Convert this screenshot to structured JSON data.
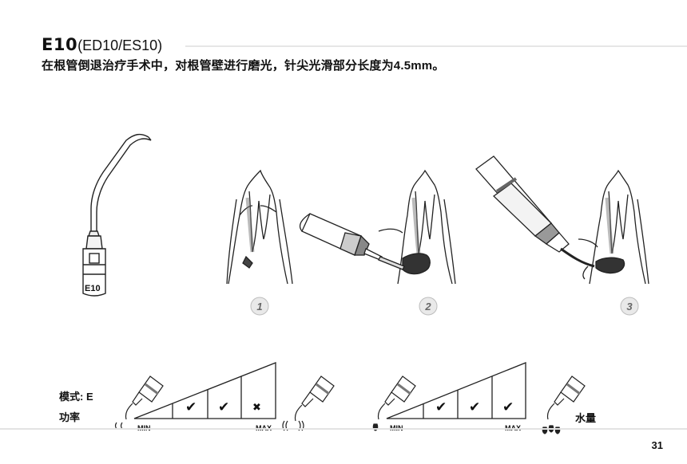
{
  "header": {
    "code": "E10",
    "alt_codes": "(ED10/ES10)",
    "description": "在根管倒退治疗手术中，对根管壁进行磨光，针尖光滑部分长度为4.5mm。"
  },
  "tip_label": "E10",
  "steps": [
    "1",
    "2",
    "3"
  ],
  "mode_panel": {
    "mode_label": "模式: E",
    "power_label": "功率",
    "min": "MIN",
    "max": "MAX",
    "marks": [
      "✔",
      "✔",
      "✖"
    ]
  },
  "water_panel": {
    "min": "MIN",
    "max": "MAX",
    "water_label": "水量",
    "marks": [
      "✔",
      "✔",
      "✔"
    ]
  },
  "page_number": "31"
}
